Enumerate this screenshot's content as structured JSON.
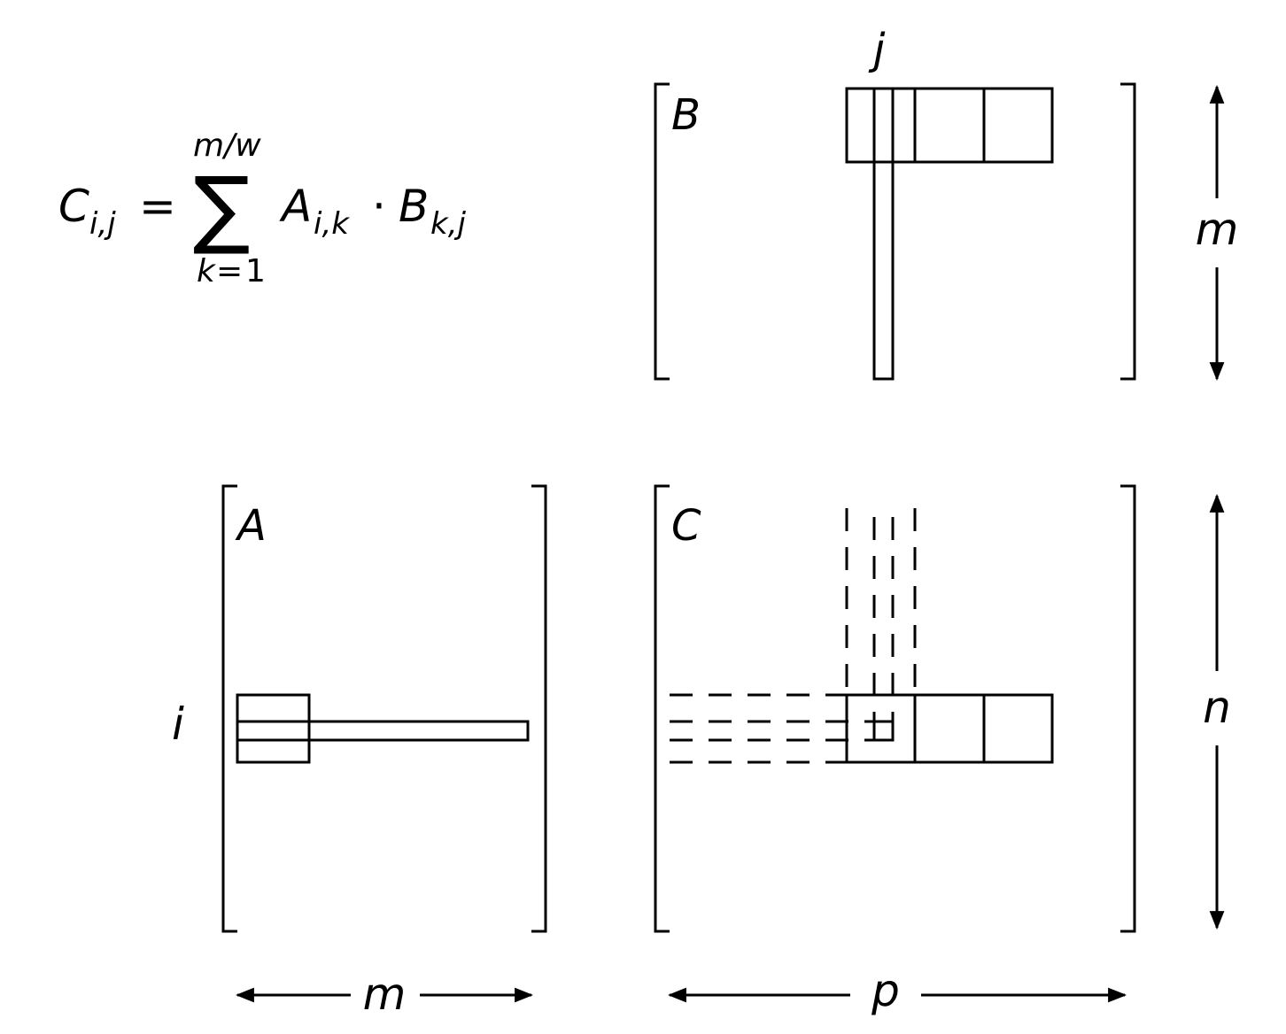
{
  "formula": {
    "lhs_symbol": "C",
    "lhs_subscript": "i,j",
    "equals": "=",
    "sum_symbol": "∑",
    "upper_limit": "m/w",
    "lower_index": "k",
    "lower_equals": "=",
    "lower_start": "1",
    "term_a_symbol": "A",
    "term_a_subscript": "i,k",
    "dot": "·",
    "term_b_symbol": "B",
    "term_b_subscript": "k,j"
  },
  "matrices": {
    "a": {
      "name": "A"
    },
    "b": {
      "name": "B"
    },
    "c": {
      "name": "C"
    }
  },
  "indices": {
    "row": "i",
    "column": "j"
  },
  "dimensions": {
    "a_width": "m",
    "c_width": "p",
    "b_height": "m",
    "c_height": "n"
  }
}
